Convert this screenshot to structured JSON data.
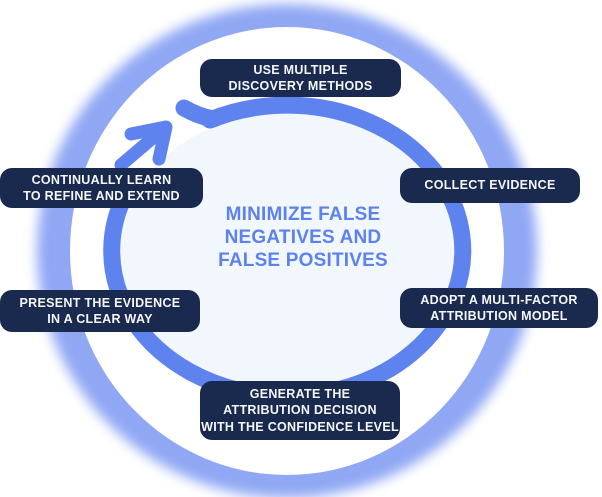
{
  "diagram": {
    "title_center": "MINIMIZE FALSE\nNEGATIVES AND\nFALSE POSITIVES",
    "steps": [
      {
        "id": "use-multiple-discovery-methods",
        "label": "USE MULTIPLE\nDISCOVERY METHODS"
      },
      {
        "id": "collect-evidence",
        "label": "COLLECT EVIDENCE"
      },
      {
        "id": "adopt-multi-factor-attribution-model",
        "label": "ADOPT A MULTI-FACTOR\nATTRIBUTION MODEL"
      },
      {
        "id": "generate-attribution-decision",
        "label": "GENERATE THE\nATTRIBUTION DECISION\nWITH THE CONFIDENCE LEVEL"
      },
      {
        "id": "present-evidence-clearly",
        "label": "PRESENT THE EVIDENCE\nIN A CLEAR WAY"
      },
      {
        "id": "continually-learn-refine-extend",
        "label": "CONTINUALLY LEARN\nTO REFINE AND EXTEND"
      }
    ],
    "cycle_direction": "clockwise",
    "colors": {
      "ring_blue": "#5F83EE",
      "outer_glow": "#7D98F2",
      "inner_fill": "#F2F6FD",
      "label_bg": "#1A2A4F",
      "label_text": "#F4F6FA",
      "center_text": "#5B82EE"
    }
  }
}
